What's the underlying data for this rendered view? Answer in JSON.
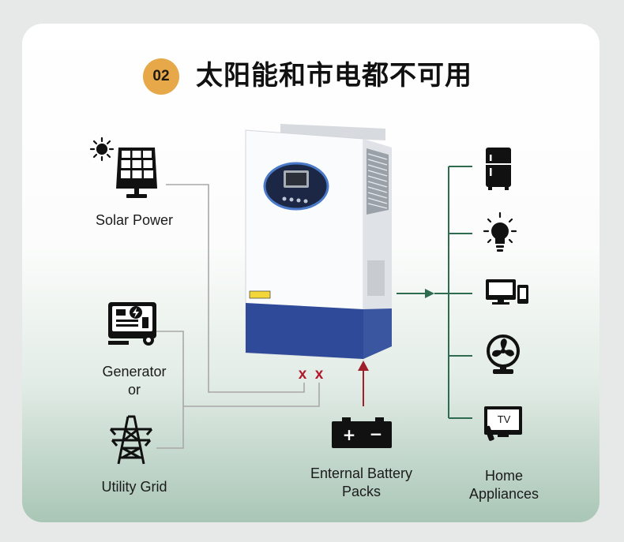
{
  "header": {
    "step_number": "02",
    "title": "太阳能和市电都不可用"
  },
  "sources": {
    "solar_label": "Solar Power",
    "generator_label_line1": "Generator",
    "generator_label_line2": "or",
    "grid_label": "Utility Grid"
  },
  "battery": {
    "label_line1": "Enternal Battery",
    "label_line2": "Packs",
    "plus": "+",
    "minus": "−"
  },
  "appliances": {
    "label_line1": "Home",
    "label_line2": "Appliances",
    "tv_text": "TV"
  },
  "status": {
    "disconnected_mark_1": "x",
    "disconnected_mark_2": "x"
  },
  "colors": {
    "badge": "#e6a848",
    "flow_arrow": "#2e6b4f",
    "battery_arrow": "#a0202a",
    "disconnected": "#b2182b",
    "inverter_blue": "#2e4a98"
  }
}
